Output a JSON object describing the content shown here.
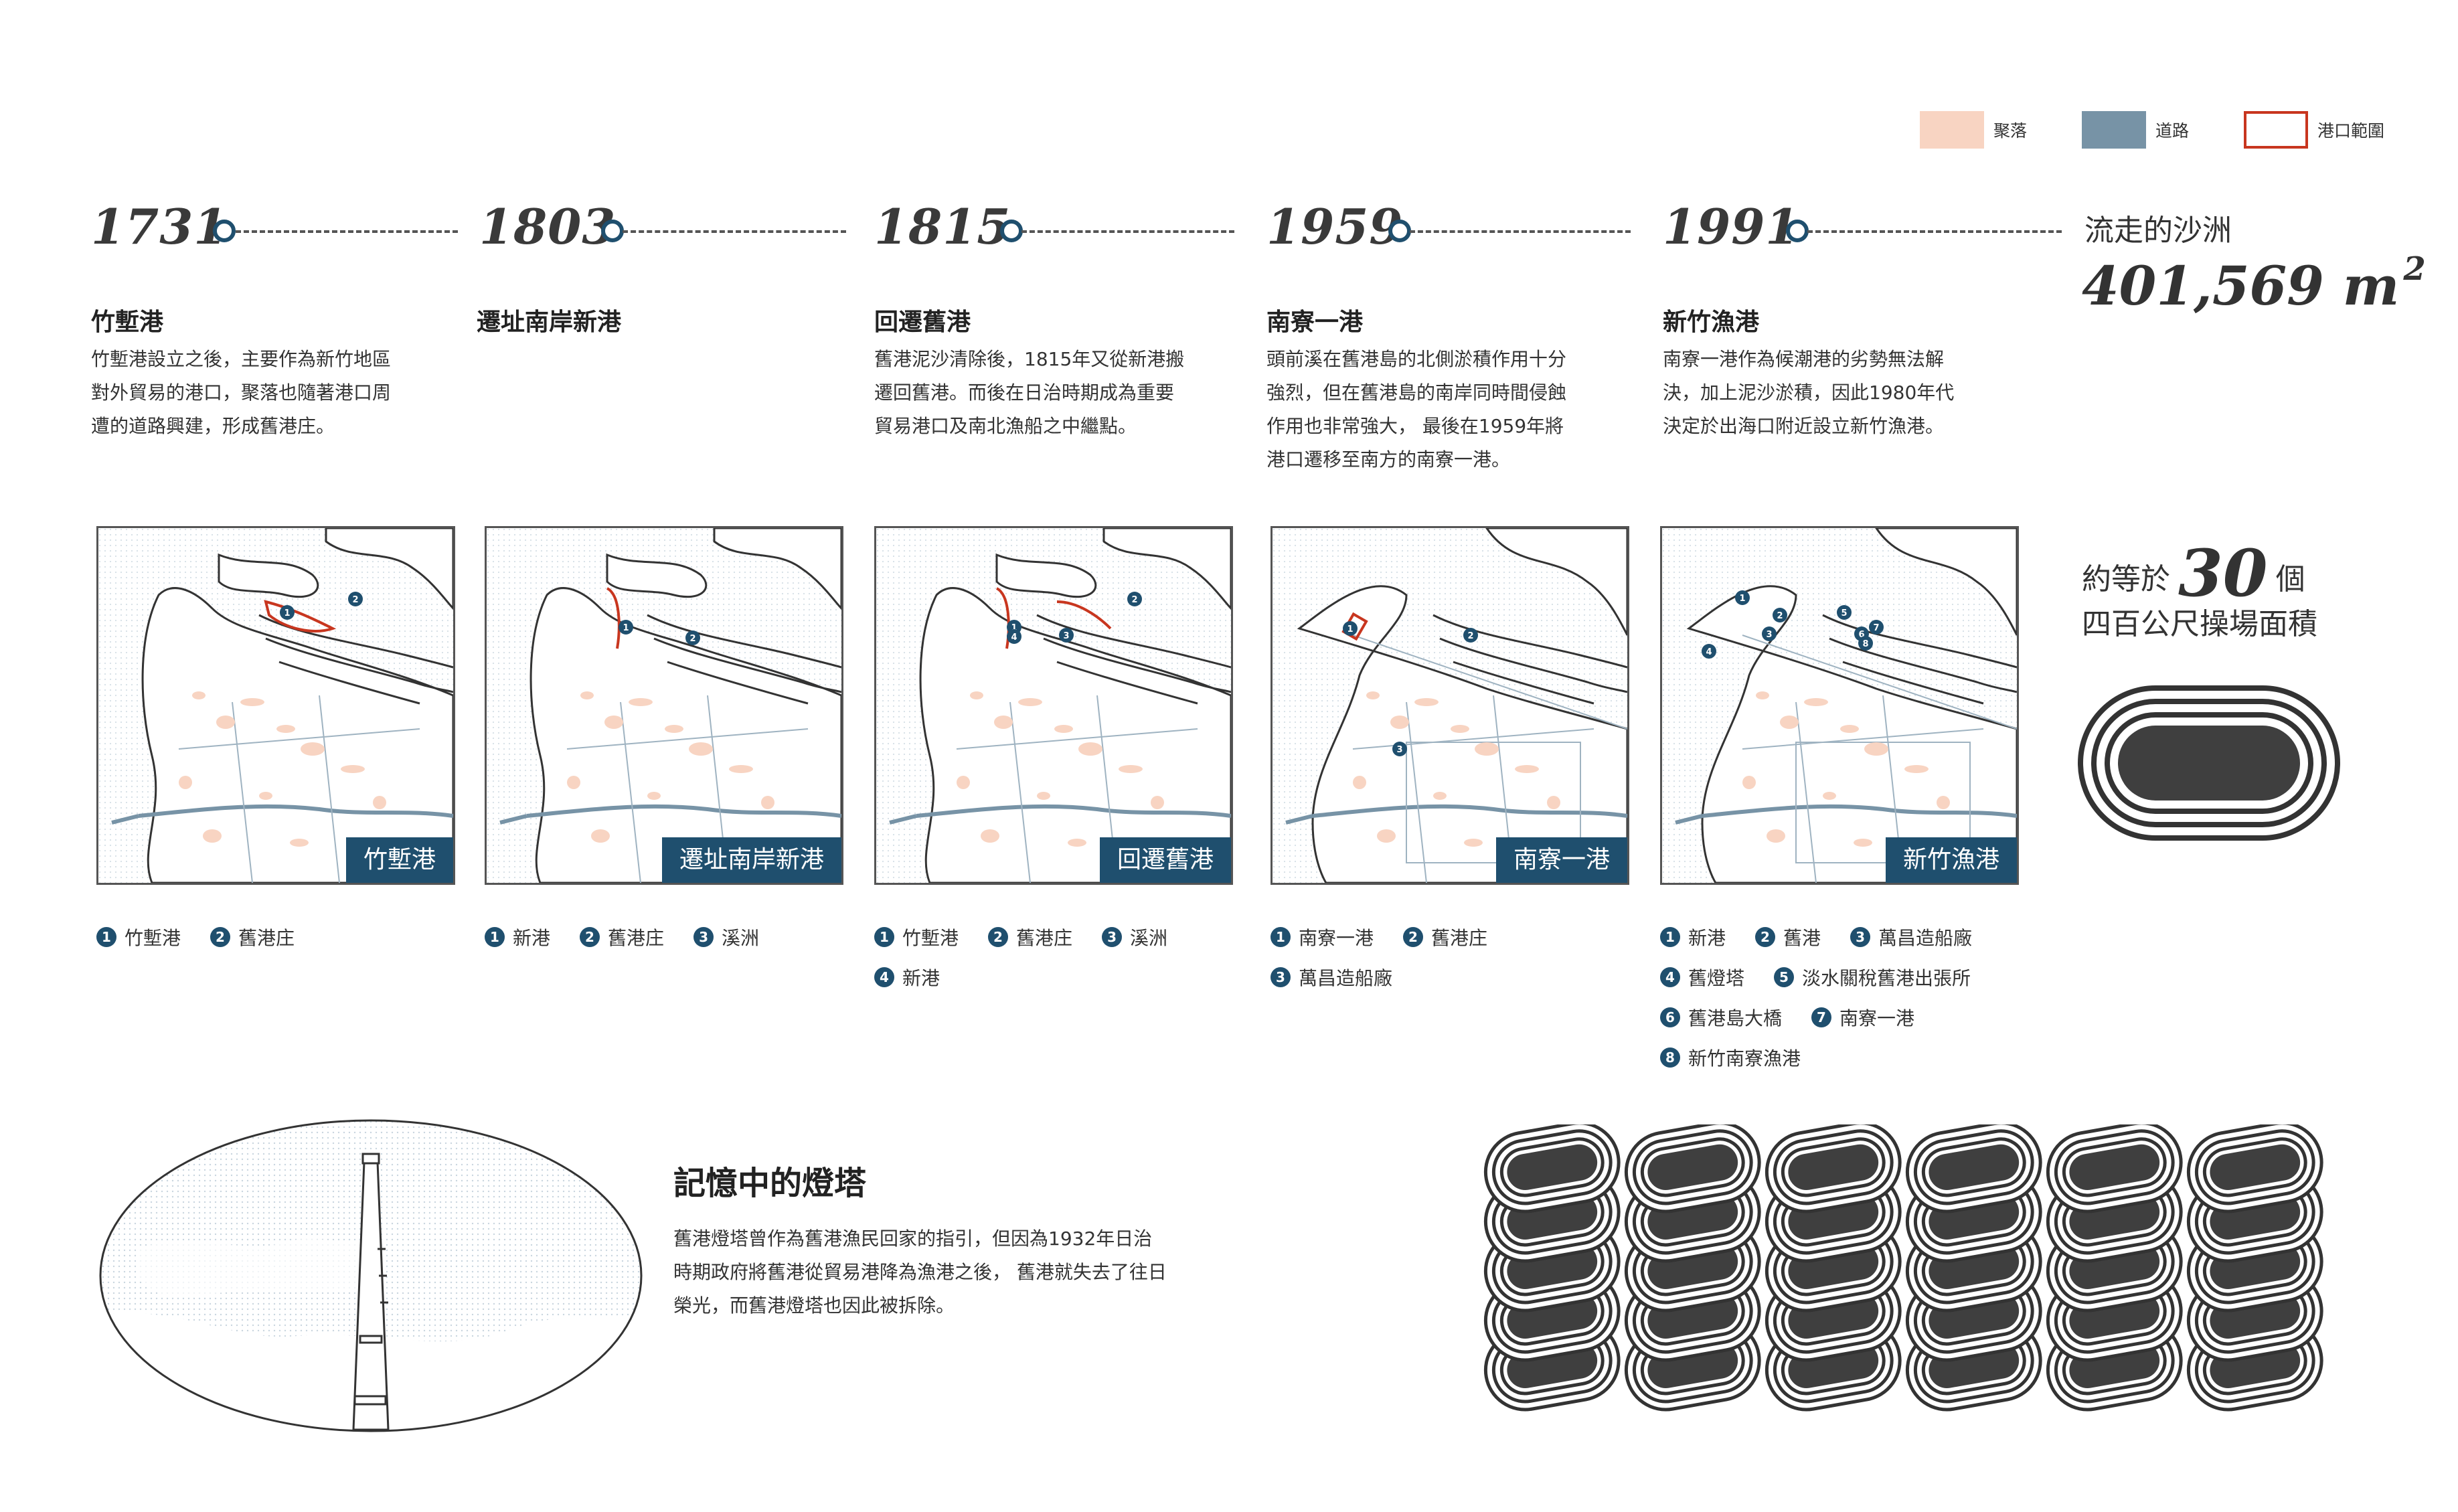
{
  "legend": [
    {
      "label": "聚落",
      "color": "#f8d4c2"
    },
    {
      "label": "道路",
      "color": "#7793a6"
    },
    {
      "label": "港口範圍",
      "color": "#c8361f"
    }
  ],
  "timeline": [
    {
      "year": "1731",
      "title": "竹塹港",
      "desc": "竹塹港設立之後，主要作為新竹地區\n對外貿易的港口，聚落也隨著港口周\n遭的道路興建，形成舊港庄。",
      "map_label": "竹塹港",
      "keys": [
        [
          "竹塹港",
          "舊港庄"
        ]
      ]
    },
    {
      "year": "1803",
      "title": "遷址南岸新港",
      "desc": "",
      "map_label": "遷址南岸新港",
      "keys": [
        [
          "新港",
          "舊港庄",
          "溪洲"
        ]
      ]
    },
    {
      "year": "1815",
      "title": "回遷舊港",
      "desc": "舊港泥沙清除後，1815年又從新港搬\n遷回舊港。而後在日治時期成為重要\n貿易港口及南北漁船之中繼點。",
      "map_label": "回遷舊港",
      "keys": [
        [
          "竹塹港",
          "舊港庄",
          "溪洲"
        ],
        [
          "新港"
        ]
      ]
    },
    {
      "year": "1959",
      "title": "南寮一港",
      "desc": "頭前溪在舊港島的北側淤積作用十分\n強烈，但在舊港島的南岸同時間侵蝕\n作用也非常強大， 最後在1959年將\n港口遷移至南方的南寮一港。",
      "map_label": "南寮一港",
      "keys": [
        [
          "南寮一港",
          "舊港庄"
        ],
        [
          "萬昌造船廠"
        ]
      ]
    },
    {
      "year": "1991",
      "title": "新竹漁港",
      "desc": "南寮一港作為候潮港的劣勢無法解\n決，加上泥沙淤積，因此1980年代\n決定於出海口附近設立新竹漁港。",
      "map_label": "新竹漁港",
      "keys": [
        [
          "新港",
          "舊港",
          "萬昌造船廠"
        ],
        [
          "舊燈塔",
          "淡水關稅舊港出張所"
        ],
        [
          "舊港島大橋",
          "南寮一港"
        ],
        [
          "新竹南寮漁港"
        ]
      ]
    }
  ],
  "sand": {
    "title": "流走的沙洲",
    "value": "401,569 m",
    "unit_sup": "2"
  },
  "equivalent": {
    "prefix": "約等於",
    "count": "30",
    "suffix": "個",
    "line2": "四百公尺操場面積"
  },
  "memory": {
    "title": "記憶中的燈塔",
    "desc": "舊港燈塔曾作為舊港漁民回家的指引，但因為1932年日治\n時期政府將舊港從貿易港降為漁港之後， 舊港就失去了往日\n榮光，而舊港燈塔也因此被拆除。"
  },
  "track_grid": {
    "rows": 5,
    "cols": 6
  },
  "colors": {
    "accent": "#1f4f6e",
    "road": "#7793a6",
    "settlement": "#f8d4c2",
    "harbor": "#c8361f"
  }
}
